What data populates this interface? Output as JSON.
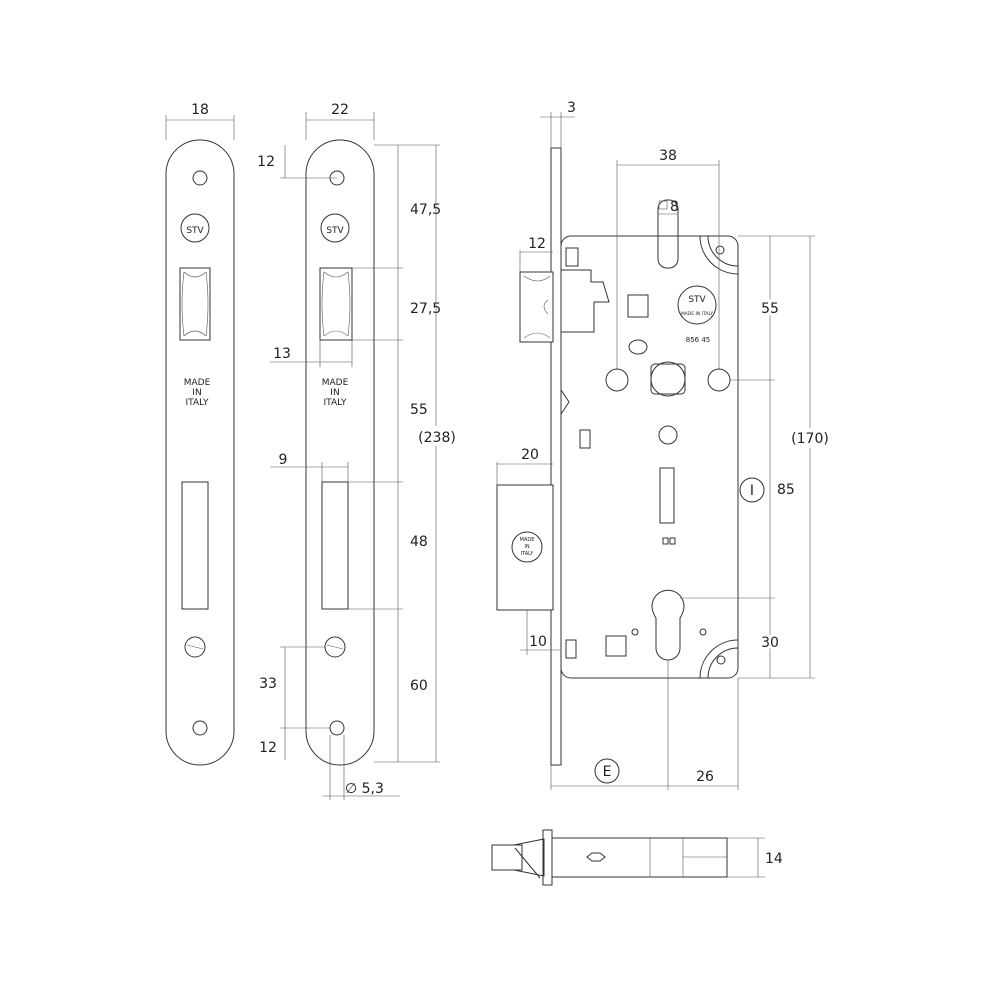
{
  "front_plate_small": {
    "width": "18",
    "stamp": [
      "MADE",
      "IN",
      "ITALY"
    ],
    "logo": "STV"
  },
  "front_plate_large": {
    "width": "22",
    "top_hole": "12",
    "dim_1": "47,5",
    "dim_2": "27,5",
    "latch_offset": "13",
    "dim_3": "55",
    "bolt_offset": "9",
    "dim_4": "48",
    "dim_5": "60",
    "dim_6": "33",
    "bottom_hole": "12",
    "hole_diameter": "∅ 5,3",
    "total_length": "(238)",
    "stamp": [
      "MADE",
      "IN",
      "ITALY"
    ],
    "logo": "STV"
  },
  "lock_body": {
    "faceplate_thickness": "3",
    "spindle_distance": "38",
    "spindle_square": "8",
    "latch_projection": "12",
    "dim_top": "55",
    "total_height": "(170)",
    "bolt_projection": "20",
    "center_distance": "85",
    "center_marker": "I",
    "dim_bottom": "30",
    "bolt_offset": "10",
    "backset_marker": "E",
    "backset": "26",
    "stamp_logo": "STV",
    "stamp_text": "MADE IN ITALY",
    "code": "856 45",
    "bolt_stamp": [
      "MADE",
      "IN",
      "ITALY"
    ]
  },
  "side_view": {
    "thickness": "14"
  }
}
